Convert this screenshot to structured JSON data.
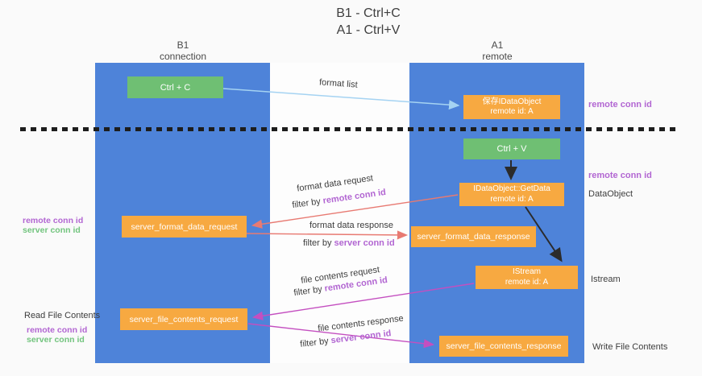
{
  "title": {
    "line1": "B1 - Ctrl+C",
    "line2": "A1 - Ctrl+V"
  },
  "lanes": {
    "left": {
      "name": "B1",
      "role": "connection"
    },
    "right": {
      "name": "A1",
      "role": "remote"
    }
  },
  "boxes": {
    "ctrl_c": "Ctrl + C",
    "save_idataobject": {
      "line1": "保存IDataObject",
      "line2": "remote id: A"
    },
    "ctrl_v": "Ctrl + V",
    "getdata": {
      "line1": "IDataObject::GetData",
      "line2": "remote id: A"
    },
    "format_request": "server_format_data_request",
    "format_response": "server_format_data_response",
    "istream": {
      "line1": "IStream",
      "line2": "remote id: A"
    },
    "file_request": "server_file_contents_request",
    "file_response": "server_file_contents_response"
  },
  "arrow_labels": {
    "format_list": "format list",
    "format_data_request": "format data request",
    "format_data_response": "format data response",
    "file_contents_request": "file contents request",
    "file_contents_response": "file contents response",
    "filter_by": "filter by ",
    "remote_conn_id": "remote conn id",
    "server_conn_id": "server conn id"
  },
  "side_labels": {
    "remote_conn_id_top_right": "remote conn id",
    "remote_conn_id_mid_right": "remote conn id",
    "dataobject": "DataObject",
    "istream": "Istream",
    "write_file_contents": "Write File Contents",
    "read_file_contents": "Read File Contents",
    "remote_conn_id_left_upper": "remote conn id",
    "server_conn_id_left_upper": "server conn id",
    "remote_conn_id_left_lower": "remote conn id",
    "server_conn_id_left_lower": "server conn id"
  },
  "colors": {
    "lane_blue": "#4e83d9",
    "green_box": "#6fbf73",
    "orange_box": "#f7a941",
    "purple_text": "#b266d2",
    "green_text": "#72c47e",
    "salmon_arrow": "#e87a72",
    "magenta_arrow": "#c44fc0",
    "lightblue_arrow": "#a5d3f2",
    "black_arrow": "#2b2b2b"
  }
}
